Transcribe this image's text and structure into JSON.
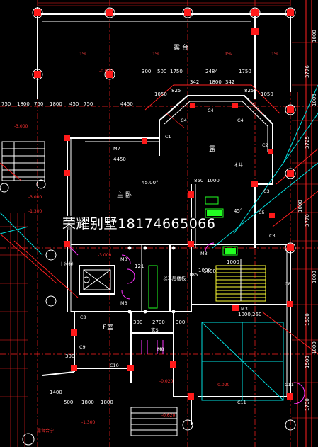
{
  "watermark": "荣耀别墅18174665066",
  "rooms": {
    "terrace": "露 台",
    "master_bedroom": "主 卧",
    "open_area": "露",
    "atrium": "木井",
    "bedroom_f": "f 室",
    "corridor": "玄S",
    "second_floor_slab": "以二层楼板",
    "upper_stairs": "上往楼",
    "bottom_left": "露台合宁"
  },
  "slopes": [
    "1%",
    "1%",
    "1%",
    "1%"
  ],
  "windows": [
    "M7",
    "M3",
    "M3",
    "M3",
    "M8",
    "M3",
    "C4",
    "C4",
    "C4",
    "C8",
    "C9",
    "C10",
    "C11",
    "C11",
    "C8",
    "C5",
    "C3",
    "C1",
    "C2",
    "C3"
  ],
  "levels": [
    "-0.020",
    "-3.000",
    "-3.000",
    "-1.300",
    "-3.000",
    "-0.020",
    "-0.020",
    "-0.620",
    "-1.300"
  ],
  "dims_top": [
    "300",
    "500",
    "1750",
    "2484",
    "1750"
  ],
  "dims_mid": [
    "1050",
    "825",
    "342",
    "1800",
    "342",
    "825",
    "1050"
  ],
  "dims_left_row": [
    "750",
    "1800",
    "750",
    "1800",
    "450",
    "750",
    "4450"
  ],
  "dims_center": [
    "4450",
    "850",
    "1000",
    "2700",
    "300",
    "300",
    "1000",
    "185",
    "121"
  ],
  "dims_bottom": [
    "500",
    "1400",
    "1800",
    "1800",
    "300"
  ],
  "dims_right": [
    "3776",
    "3725",
    "3770",
    "1600",
    "1500",
    "1700",
    "1000"
  ],
  "dims_right_box": [
    "1000",
    "1000",
    "1000",
    "1000"
  ],
  "dims_stair": [
    "1000",
    "1000",
    "1000,260"
  ],
  "angles": [
    "45.00°",
    "45°"
  ]
}
